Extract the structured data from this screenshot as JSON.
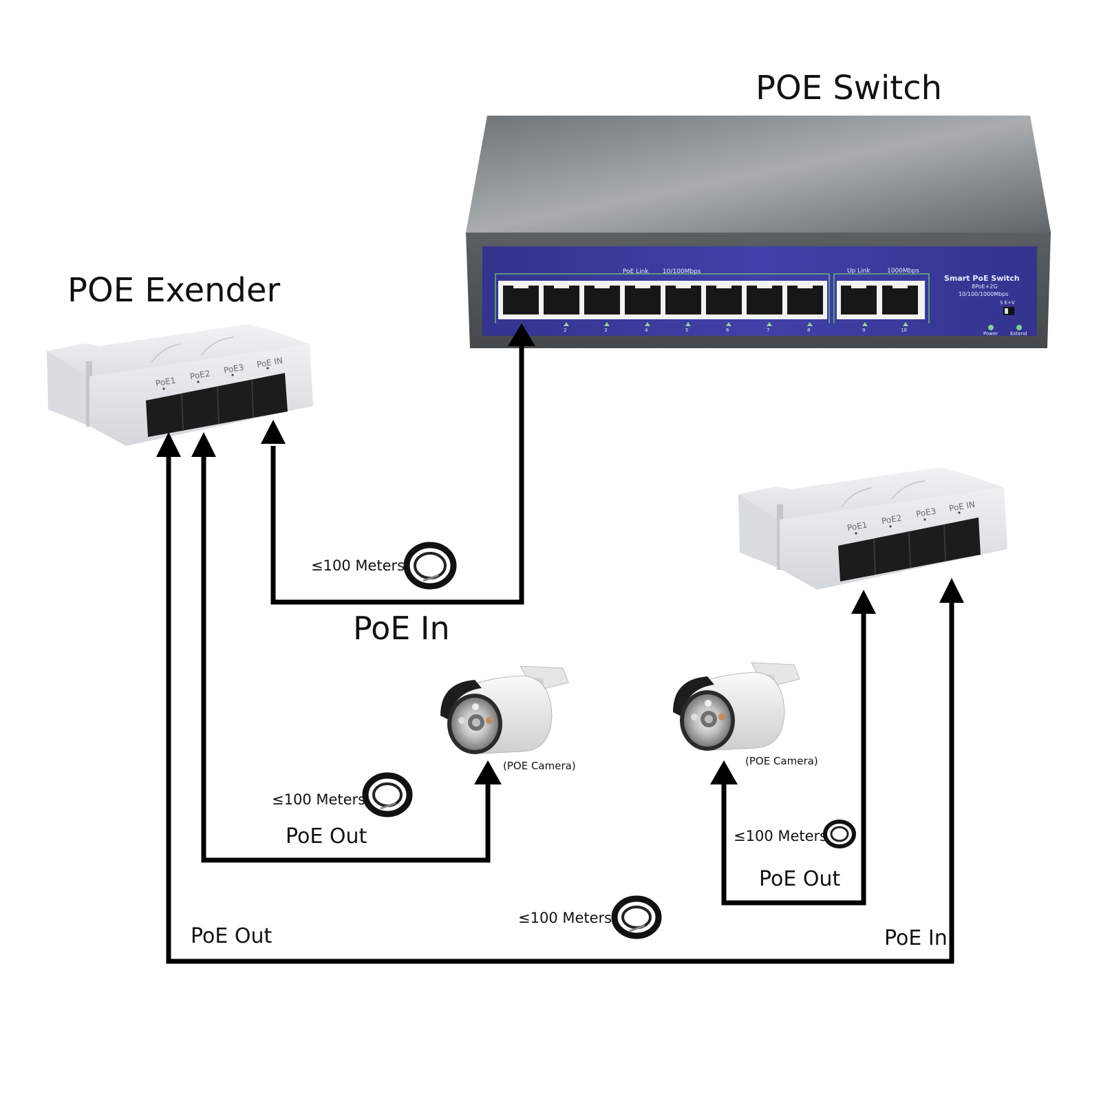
{
  "titles": {
    "poe_switch": "POE Switch",
    "poe_extender": "POE Exender"
  },
  "switch_panel": {
    "poe_link": "PoE Link",
    "speed_left": "10/100Mbps",
    "uplink": "Up Link",
    "speed_right": "1000Mbps",
    "brand_line1": "Smart PoE Switch",
    "brand_line2": "8PoE+2G",
    "brand_line3": "10/100/1000Mbps",
    "dip_label": "S  E+V",
    "port_numbers": [
      "2",
      "3",
      "4",
      "5",
      "6",
      "7",
      "8",
      "9",
      "10"
    ],
    "power_label": "Power",
    "extend_label": "Extend"
  },
  "extender_ports": [
    "PoE1",
    "PoE2",
    "PoE3",
    "PoE IN"
  ],
  "camera_caption": "(POE Camera)",
  "distance_label": "≤100 Meters",
  "links": {
    "poe_in": "PoE In",
    "poe_out": "PoE Out"
  },
  "colors": {
    "switch_body": "#6e7478",
    "switch_panel": "#3d3c9c",
    "extender_body": "#e9ebee",
    "line": "#000000"
  }
}
